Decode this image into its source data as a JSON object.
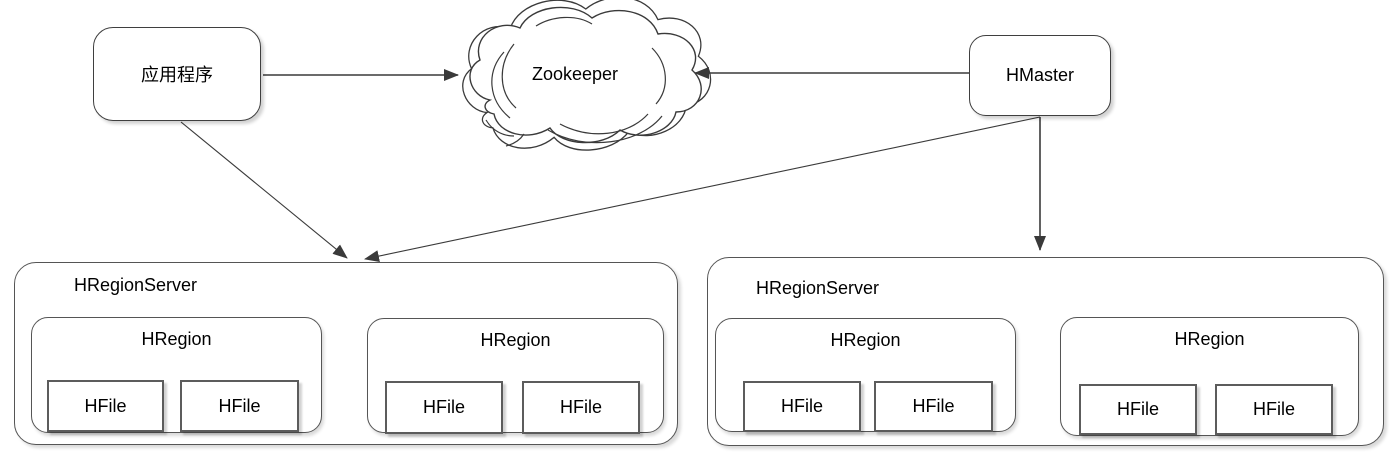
{
  "application": {
    "label": "应用程序"
  },
  "zookeeper": {
    "label": "Zookeeper"
  },
  "hmaster": {
    "label": "HMaster"
  },
  "servers": [
    {
      "label": "HRegionServer",
      "regions": [
        {
          "label": "HRegion",
          "files": [
            "HFile",
            "HFile"
          ]
        },
        {
          "label": "HRegion",
          "files": [
            "HFile",
            "HFile"
          ]
        }
      ]
    },
    {
      "label": "HRegionServer",
      "regions": [
        {
          "label": "HRegion",
          "files": [
            "HFile",
            "HFile"
          ]
        },
        {
          "label": "HRegion",
          "files": [
            "HFile",
            "HFile"
          ]
        }
      ]
    }
  ],
  "colors": {
    "canvas_bg": "#ffffff",
    "line": "#3a3a3a",
    "node_border": "#3f3f3f",
    "container_border": "#555555",
    "text": "#000000"
  }
}
